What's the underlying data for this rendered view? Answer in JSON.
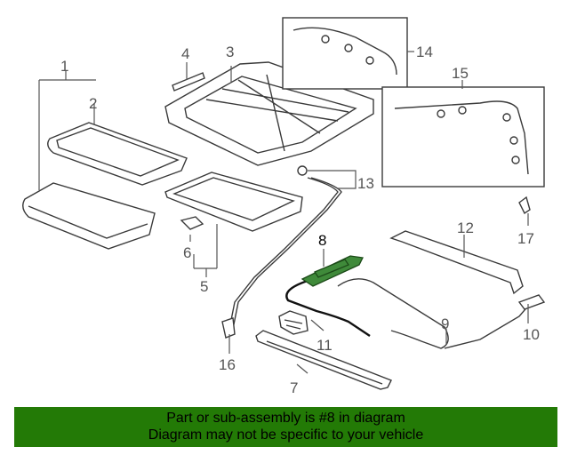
{
  "callouts": {
    "c1": "1",
    "c2": "2",
    "c3": "3",
    "c4": "4",
    "c5": "5",
    "c6": "6",
    "c7": "7",
    "c8": "8",
    "c9": "9",
    "c10": "10",
    "c11": "11",
    "c12": "12",
    "c13": "13",
    "c14": "14",
    "c15": "15",
    "c16": "16",
    "c17": "17"
  },
  "highlight": {
    "part_number": "8",
    "color": "#3f8a3a"
  },
  "banner": {
    "line1": "Part or sub-assembly is #8 in diagram",
    "line2": "Diagram may not be specific to your vehicle",
    "background": "#237a06"
  }
}
